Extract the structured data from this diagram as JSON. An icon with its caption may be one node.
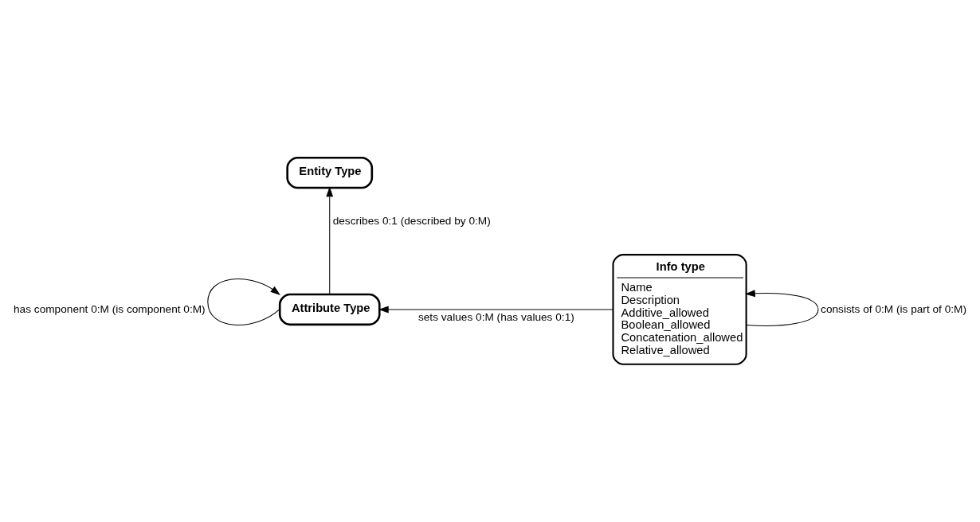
{
  "diagram": {
    "nodes": [
      {
        "text": [
          "Entity Type"
        ]
      },
      {
        "text": [
          "Attribute Type"
        ]
      },
      {
        "text": [
          "Info type",
          "Name",
          "Description",
          "Additive_allowed",
          "Boolean_allowed",
          "Concatenation_allowed",
          "Relative_allowed"
        ]
      }
    ],
    "edges": [
      {
        "from": 1,
        "to": 0,
        "arrow": "to",
        "label": "describes 0:1 (described by 0:M)"
      },
      {
        "from": 1,
        "to": 1,
        "arrow": "to",
        "label": "has component 0:M (is component 0:M)"
      },
      {
        "from": 2,
        "to": 1,
        "arrow": "to",
        "label": "sets values 0:M (has values 0:1)"
      },
      {
        "from": 2,
        "to": 2,
        "arrow": "to",
        "label": "consists of 0:M (is part of 0:M)"
      }
    ]
  }
}
